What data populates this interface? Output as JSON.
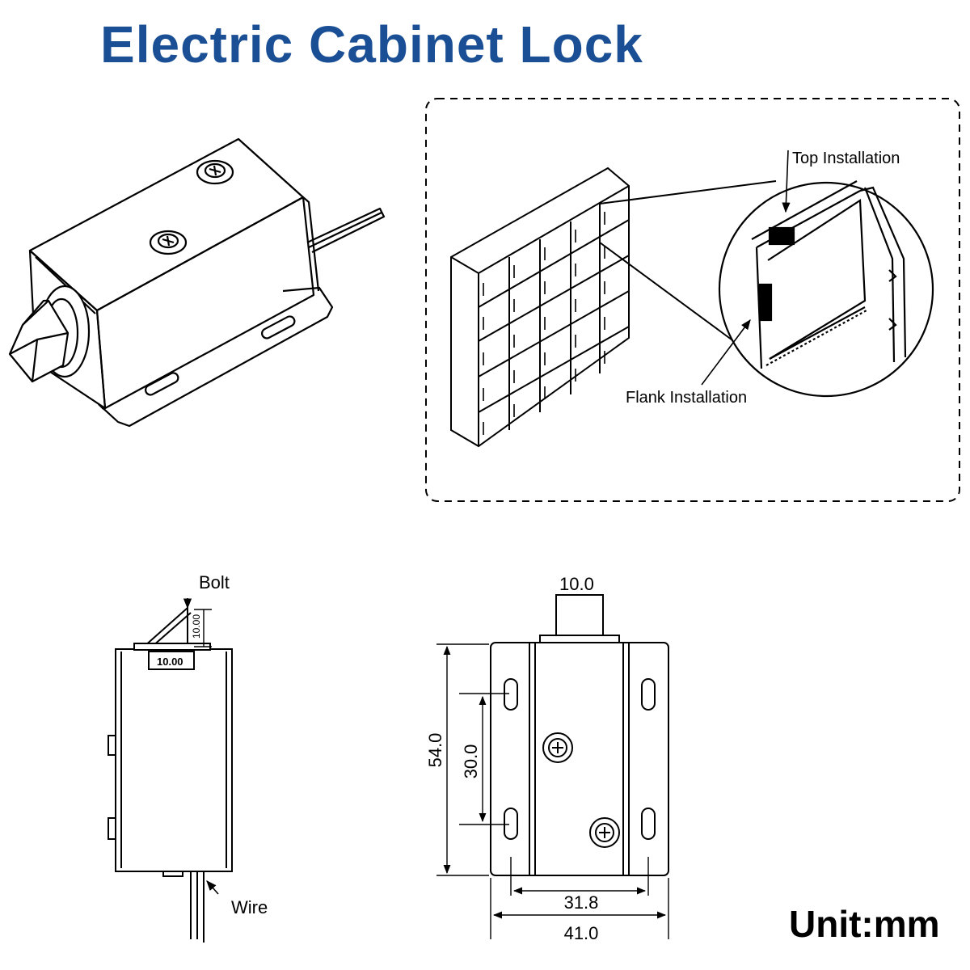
{
  "title": "Electric Cabinet Lock",
  "unit_label": "Unit:mm",
  "installation": {
    "top_label": "Top Installation",
    "flank_label": "Flank Installation"
  },
  "side_view": {
    "bolt_label": "Bolt",
    "wire_label": "Wire",
    "bolt_height": "10.00",
    "bolt_width": "10.00"
  },
  "front_view": {
    "bolt_width": "10.0",
    "height": "54.0",
    "hole_spacing_vertical": "30.0",
    "hole_spacing_horizontal": "31.8",
    "width": "41.0"
  }
}
